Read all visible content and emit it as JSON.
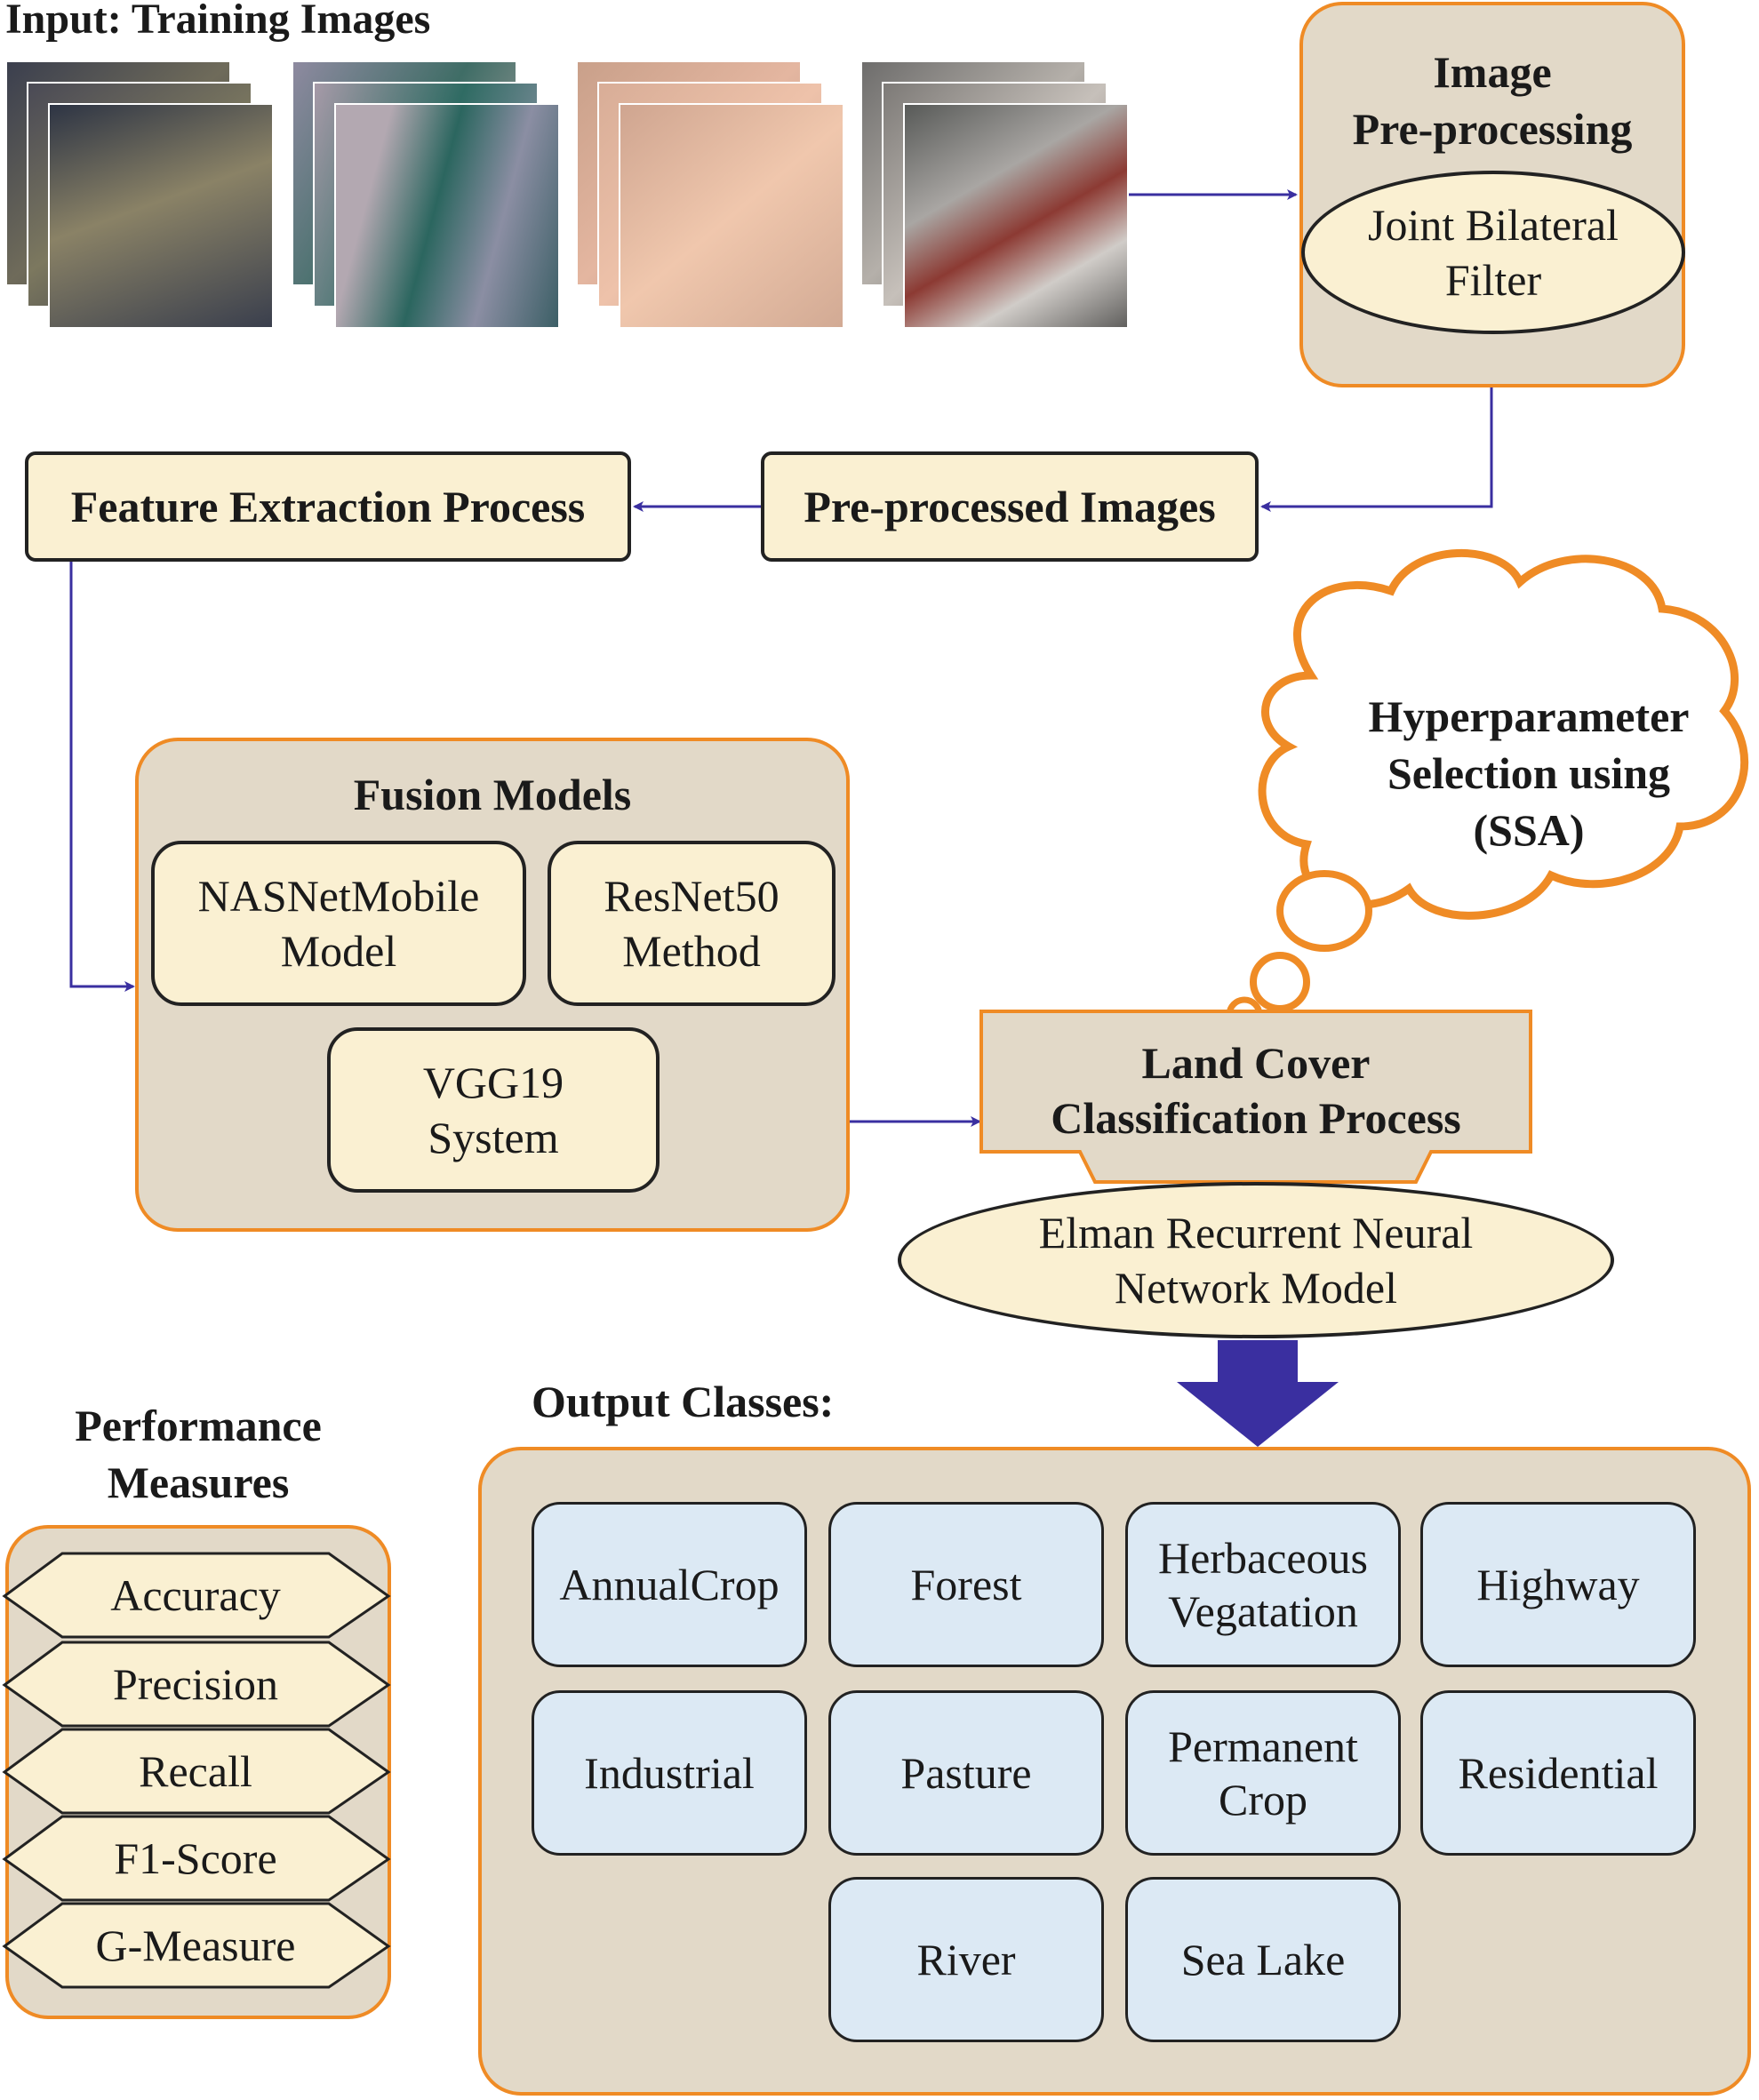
{
  "input": {
    "title": "Input: Training Images"
  },
  "preprocessing": {
    "title": "Image\nPre-processing",
    "filter": "Joint Bilateral\nFilter"
  },
  "preprocessed_images": {
    "label": "Pre-processed Images"
  },
  "feature_extraction": {
    "label": "Feature Extraction Process"
  },
  "fusion_models": {
    "title": "Fusion Models",
    "models": [
      "NASNetMobile\nModel",
      "ResNet50\nMethod",
      "VGG19\nSystem"
    ]
  },
  "hyperparameter": {
    "label": "Hyperparameter\nSelection using\n(SSA)"
  },
  "classification": {
    "title": "Land Cover\nClassification Process",
    "model": "Elman Recurrent Neural\nNetwork Model"
  },
  "output": {
    "title": "Output Classes:",
    "classes": [
      "AnnualCrop",
      "Forest",
      "Herbaceous\nVegatation",
      "Highway",
      "Industrial",
      "Pasture",
      "Permanent\nCrop",
      "Residential",
      "River",
      "Sea Lake"
    ]
  },
  "performance": {
    "title": "Performance\nMeasures",
    "measures": [
      "Accuracy",
      "Precision",
      "Recall",
      "F1-Score",
      "G-Measure"
    ]
  },
  "colors": {
    "arrow": "#3a2fa0",
    "orange": "#ef8b25",
    "cream": "#faf0d2",
    "group_bg": "#e2d9c8",
    "class_bg": "#dce9f4"
  }
}
